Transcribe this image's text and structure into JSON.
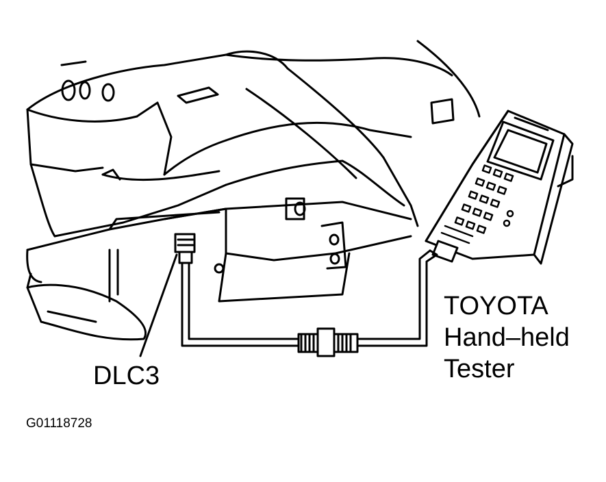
{
  "figure_id": "G01118728",
  "labels": {
    "connector": "DLC3",
    "tester_line1": "TOYOTA",
    "tester_line2": "Hand–held",
    "tester_line3": "Tester"
  }
}
